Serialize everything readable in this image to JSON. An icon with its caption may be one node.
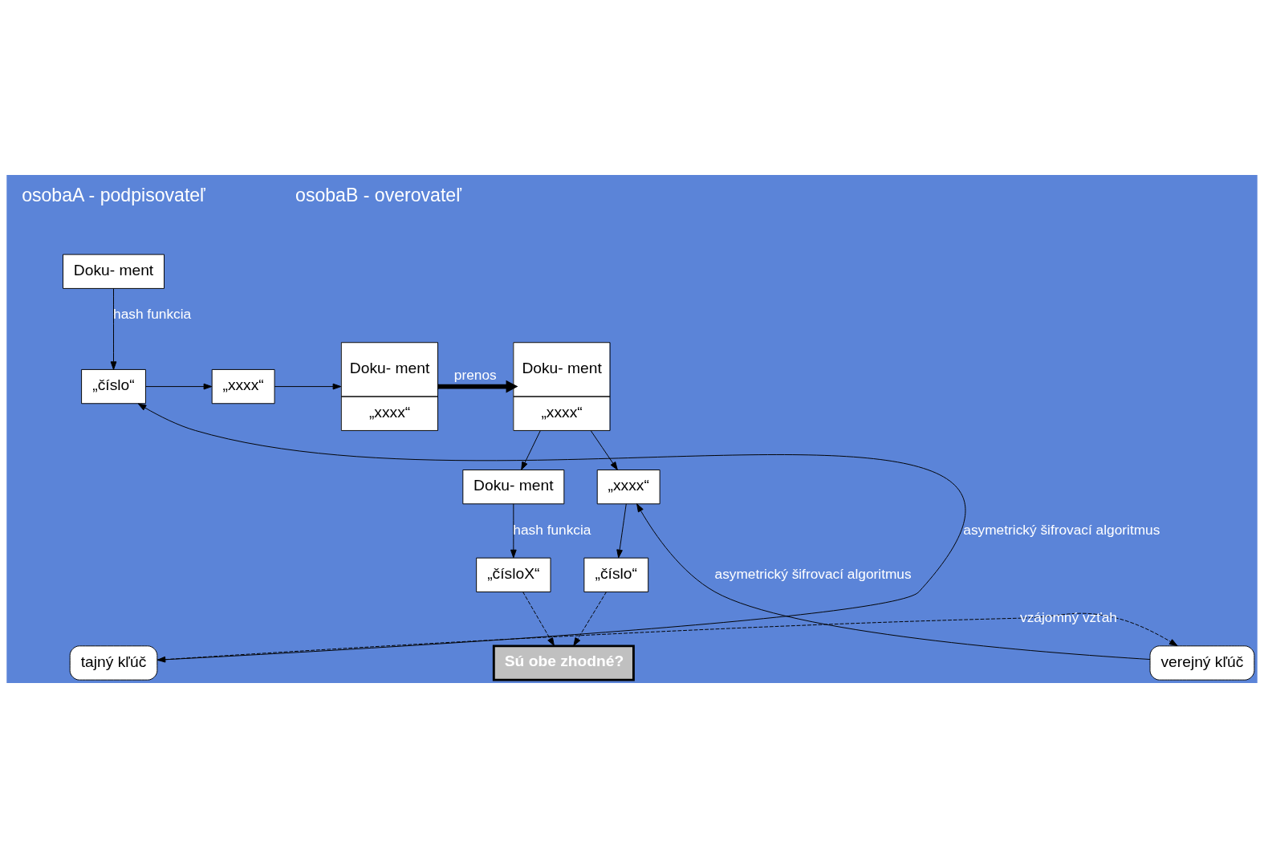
{
  "diagram": {
    "nodes": [
      {
        "text": [
          "Doku- ment"
        ]
      },
      {
        "text": [
          "„číslo“"
        ]
      },
      {
        "text": [
          "„xxxx“"
        ]
      },
      {
        "text": [
          "Doku- ment",
          "„xxxx“"
        ]
      },
      {
        "text": [
          "tajný kľúč"
        ]
      },
      {
        "text": [
          "Doku- ment",
          "„xxxx“"
        ]
      },
      {
        "text": [
          "Doku- ment"
        ]
      },
      {
        "text": [
          "„čísloX“"
        ]
      },
      {
        "text": [
          "Sú obe zhodné?"
        ]
      },
      {
        "text": [
          "„xxxx“"
        ]
      },
      {
        "text": [
          "„číslo“"
        ]
      },
      {
        "text": [
          "verejný kľúč"
        ]
      }
    ],
    "edges": [
      {
        "from": 0,
        "to": 1,
        "arrow": "to",
        "label": "hash funkcia"
      },
      {
        "from": 1,
        "to": 2,
        "arrow": "to"
      },
      {
        "from": 2,
        "to": 3,
        "arrow": "to"
      },
      {
        "from": 4,
        "to": 1,
        "arrow": "to",
        "label": "asymetrický šifrovací algoritmus"
      },
      {
        "from": 3,
        "to": 5,
        "arrow": "to",
        "label": "prenos",
        "style": "thick"
      },
      {
        "from": 5,
        "to": 6,
        "arrow": "to"
      },
      {
        "from": 6,
        "to": 7,
        "arrow": "to",
        "label": "hash funkcia"
      },
      {
        "from": 7,
        "to": 8,
        "arrow": "to",
        "style": "dashed"
      },
      {
        "from": 5,
        "to": 9,
        "arrow": "to"
      },
      {
        "from": 9,
        "to": 10,
        "arrow": "to"
      },
      {
        "from": 10,
        "to": 8,
        "arrow": "to",
        "style": "dashed"
      },
      {
        "from": 11,
        "to": 9,
        "arrow": "to",
        "label": "asymetrický šifrovací algoritmus"
      },
      {
        "from": 4,
        "to": 11,
        "arrow": "both",
        "style": "dashed",
        "label": "vzájomný vzťah"
      }
    ],
    "labels": [
      "osobaA - podpisovateľ",
      "osobaB - overovateľ"
    ]
  }
}
